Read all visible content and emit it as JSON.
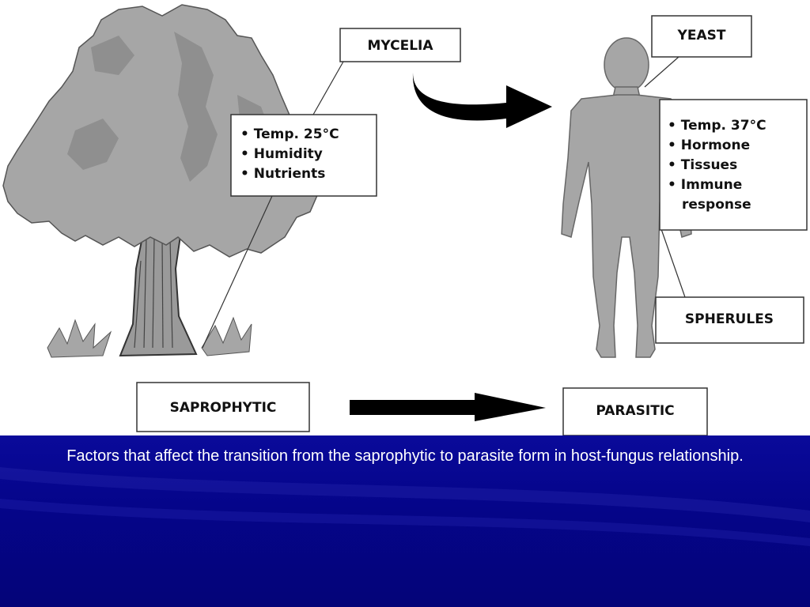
{
  "labels": {
    "mycelia": "MYCELIA",
    "yeast": "YEAST",
    "saprophytic": "SAPROPHYTIC",
    "parasitic": "PARASITIC",
    "spherules": "SPHERULES"
  },
  "saprophytic_factors": [
    "• Temp. 25°C",
    "• Humidity",
    "• Nutrients"
  ],
  "parasitic_factors": [
    "• Temp. 37°C",
    "• Hormone",
    "• Tissues",
    "• Immune",
    "response"
  ],
  "caption": "Factors that affect the transition from the saprophytic to parasite form in host-fungus relationship.",
  "colors": {
    "figure_gray": "#a6a6a6",
    "arrow_black": "#000000",
    "band_blue": "#05058a",
    "caption_text": "#ffffff"
  }
}
